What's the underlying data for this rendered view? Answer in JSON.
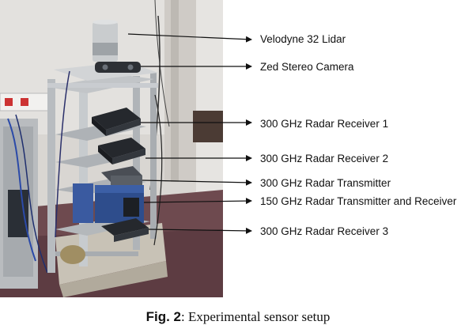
{
  "figure": {
    "labels": [
      "Velodyne 32 Lidar",
      "Zed Stereo Camera",
      "300 GHz Radar Receiver 1",
      "300 GHz Radar Receiver 2",
      "300 GHz Radar Transmitter",
      "150 GHz Radar Transmitter  and Receiver",
      "300 GHz Radar Receiver 3"
    ],
    "caption_prefix": "Fig. 2",
    "caption_text": ": Experimental sensor setup"
  }
}
